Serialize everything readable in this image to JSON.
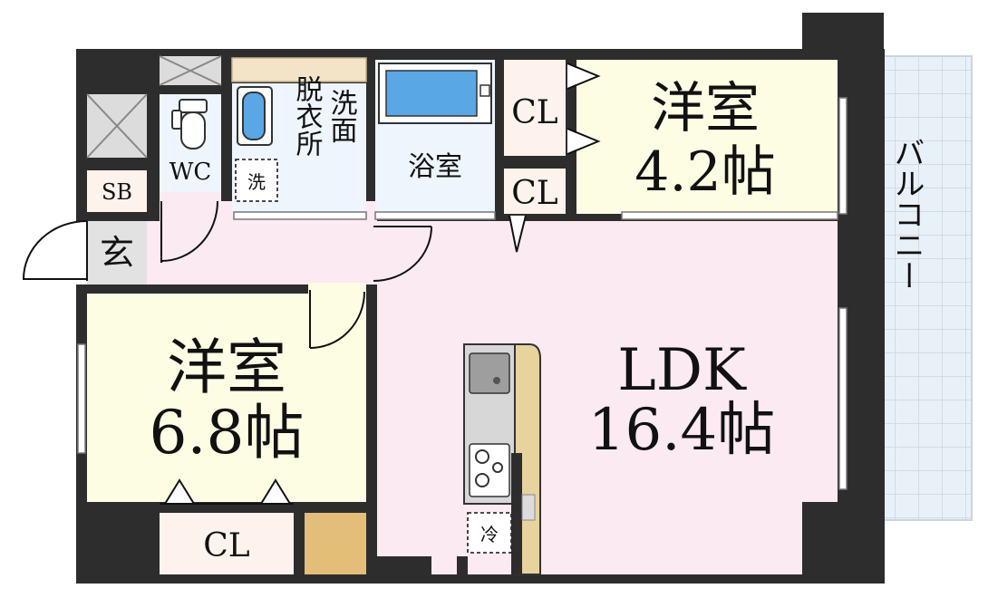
{
  "rooms": {
    "western_room_north": {
      "name": "洋室",
      "size": "4.2帖"
    },
    "western_room_south": {
      "name": "洋室",
      "size": "6.8帖"
    },
    "ldk": {
      "name": "LDK",
      "size": "16.4帖"
    },
    "wc": {
      "label": "WC"
    },
    "dressing": {
      "label_col1": "脱衣所",
      "label_col2": "洗面",
      "washer_tag": "洗"
    },
    "bath": {
      "label": "浴室"
    },
    "entrance": {
      "label": "玄"
    },
    "shoe_box": {
      "label": "SB"
    },
    "closet_upper": {
      "label": "CL"
    },
    "closet_lower": {
      "label": "CL"
    },
    "closet_south": {
      "label": "CL"
    },
    "fridge": {
      "label": "冷"
    },
    "balcony": {
      "label": "バルコニー"
    }
  },
  "colors": {
    "wall": "#2d2d2d",
    "ldk_floor": "#fbeaf1",
    "western_floor": "#fdfde4",
    "wet_floor": "#eef5fc",
    "closet_floor": "#fdf3ec",
    "balcony_floor": "#e9f1f8",
    "counter_wood": "#e7d49c",
    "storage_wood": "#e2be78"
  }
}
